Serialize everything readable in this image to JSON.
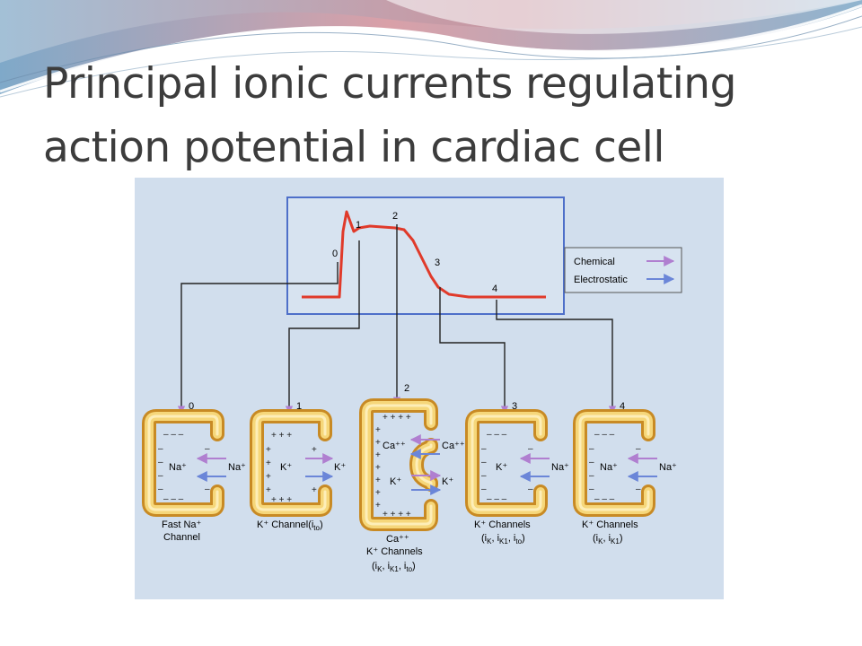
{
  "slide": {
    "title_line1": "Principal ionic currents regulating",
    "title_line2": "action potential in cardiac cell"
  },
  "diagram": {
    "phases": [
      "0",
      "1",
      "2",
      "3",
      "4"
    ],
    "legend": {
      "chemical": "Chemical",
      "electrostatic": "Electrostatic"
    },
    "channels": [
      {
        "phase": "0",
        "inside": "Na⁺",
        "outside": "Na⁺",
        "label1": "Fast Na⁺",
        "label2": "Channel"
      },
      {
        "phase": "1",
        "inside": "K⁺",
        "outside": "K⁺",
        "label1": "K⁺ Channel(i",
        "label1_sub": "to",
        "label1_end": ")"
      },
      {
        "phase": "2",
        "inside_top": "Ca⁺⁺",
        "outside_top": "Ca⁺⁺",
        "inside_bottom": "K⁺",
        "outside_bottom": "K⁺",
        "label1": "Ca⁺⁺",
        "label2": "K⁺ Channels",
        "label3": "(i",
        "label3_rest": ")"
      },
      {
        "phase": "3",
        "inside": "K⁺",
        "outside": "Na⁺",
        "label1": "K⁺ Channels",
        "label2": "(i",
        "label2_rest": ")"
      },
      {
        "phase": "4",
        "inside": "Na⁺",
        "outside": "Na⁺",
        "label1": "K⁺ Channels",
        "label2": "(i",
        "label2_rest": ")"
      }
    ],
    "colors": {
      "chemical_arrow": "#b07fd0",
      "electrostatic_arrow": "#6b86d8",
      "channel_gold": "#f2c75a",
      "panel": "#c9d9ec",
      "trace": "#e03a2a"
    }
  }
}
